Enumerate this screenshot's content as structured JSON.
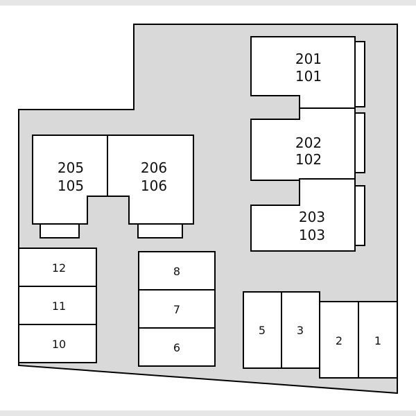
{
  "colors": {
    "lot": "#d9d9d9",
    "building": "#ffffff",
    "outline": "#000000",
    "band": "#e6e6e6"
  },
  "buildings": {
    "b1": {
      "upper": "201",
      "lower": "101"
    },
    "b2": {
      "upper": "202",
      "lower": "102"
    },
    "b3": {
      "upper": "203",
      "lower": "103"
    },
    "b5": {
      "upper": "205",
      "lower": "105"
    },
    "b6": {
      "upper": "206",
      "lower": "106"
    }
  },
  "parking": {
    "left": [
      "12",
      "11",
      "10"
    ],
    "mid": [
      "8",
      "7",
      "6"
    ],
    "right_a": [
      "5",
      "3"
    ],
    "right_b": [
      "2",
      "1"
    ]
  }
}
